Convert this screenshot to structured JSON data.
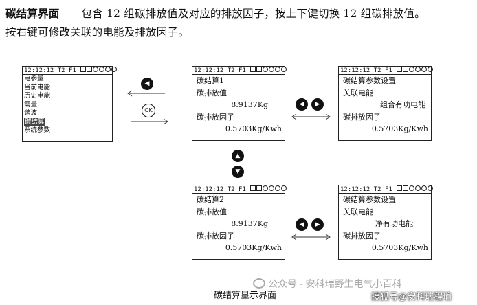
{
  "intro": {
    "heading": "碳结算界面",
    "text1": "包含 12 组碳排放值及对应的排放因子，按上下键切换 12 组碳排放值。",
    "text2": "按右键可修改关联的电能及排放因子。"
  },
  "status_bar": "12:12:12 T2 F1",
  "menu": {
    "items": [
      "电参量",
      "当前电能",
      "历史电能",
      "需量",
      "谐波",
      "碳结算",
      "系统参数"
    ],
    "selected": "碳结算"
  },
  "carbon1": {
    "title": "碳结算1",
    "emission_label": "碳排放值",
    "emission_value": "8.9137Kg",
    "factor_label": "碳排放因子",
    "factor_value": "0.5703Kg/Kwh"
  },
  "param1": {
    "title": "碳结算参数设置",
    "link_label": "关联电能",
    "link_value": "组合有功电能",
    "factor_label": "碳排放因子",
    "factor_value": "0.5703Kg/Kwh"
  },
  "carbon2": {
    "title": "碳结算2",
    "emission_label": "碳排放值",
    "emission_value": "8.9137Kg",
    "factor_label": "碳排放因子",
    "factor_value": "0.5703Kg/Kwh"
  },
  "param2": {
    "title": "碳结算参数设置",
    "link_label": "关联电能",
    "link_value": "净有功电能",
    "factor_label": "碳排放因子",
    "factor_value": "0.5703Kg/Kwh"
  },
  "buttons": {
    "left": "◀",
    "right": "▶",
    "up": "▲",
    "down": "▼",
    "ok": "OK"
  },
  "caption": "碳结算显示界面",
  "watermarks": {
    "wechat": "公众号 · 安科瑞野生电气小百科",
    "sohu": "搜狐号@安科瑞程瑜"
  }
}
